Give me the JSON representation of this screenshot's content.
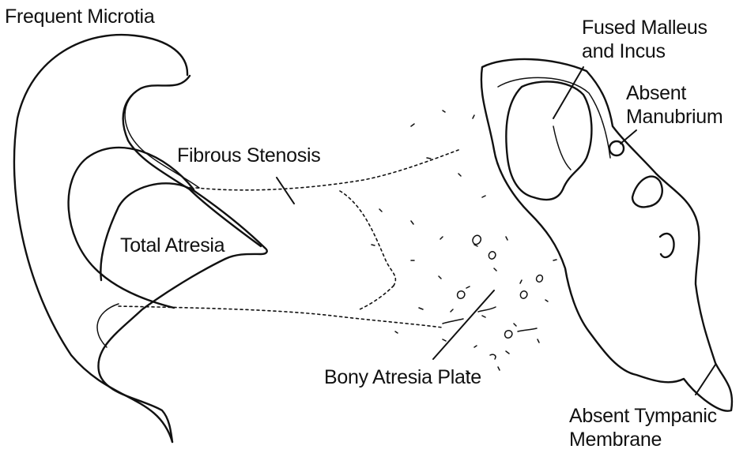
{
  "labels": {
    "frequent_microtia": "Frequent Microtia",
    "fused_malleus_line1": "Fused Malleus",
    "fused_malleus_line2": "and Incus",
    "absent_manubrium_line1": "Absent",
    "absent_manubrium_line2": "Manubrium",
    "fibrous_stenosis": "Fibrous Stenosis",
    "total_atresia": "Total Atresia",
    "bony_atresia_plate": "Bony Atresia Plate",
    "absent_tympanic_line1": "Absent Tympanic",
    "absent_tympanic_line2": "Membrane"
  },
  "colors": {
    "ink": "#111111",
    "background": "#ffffff"
  }
}
